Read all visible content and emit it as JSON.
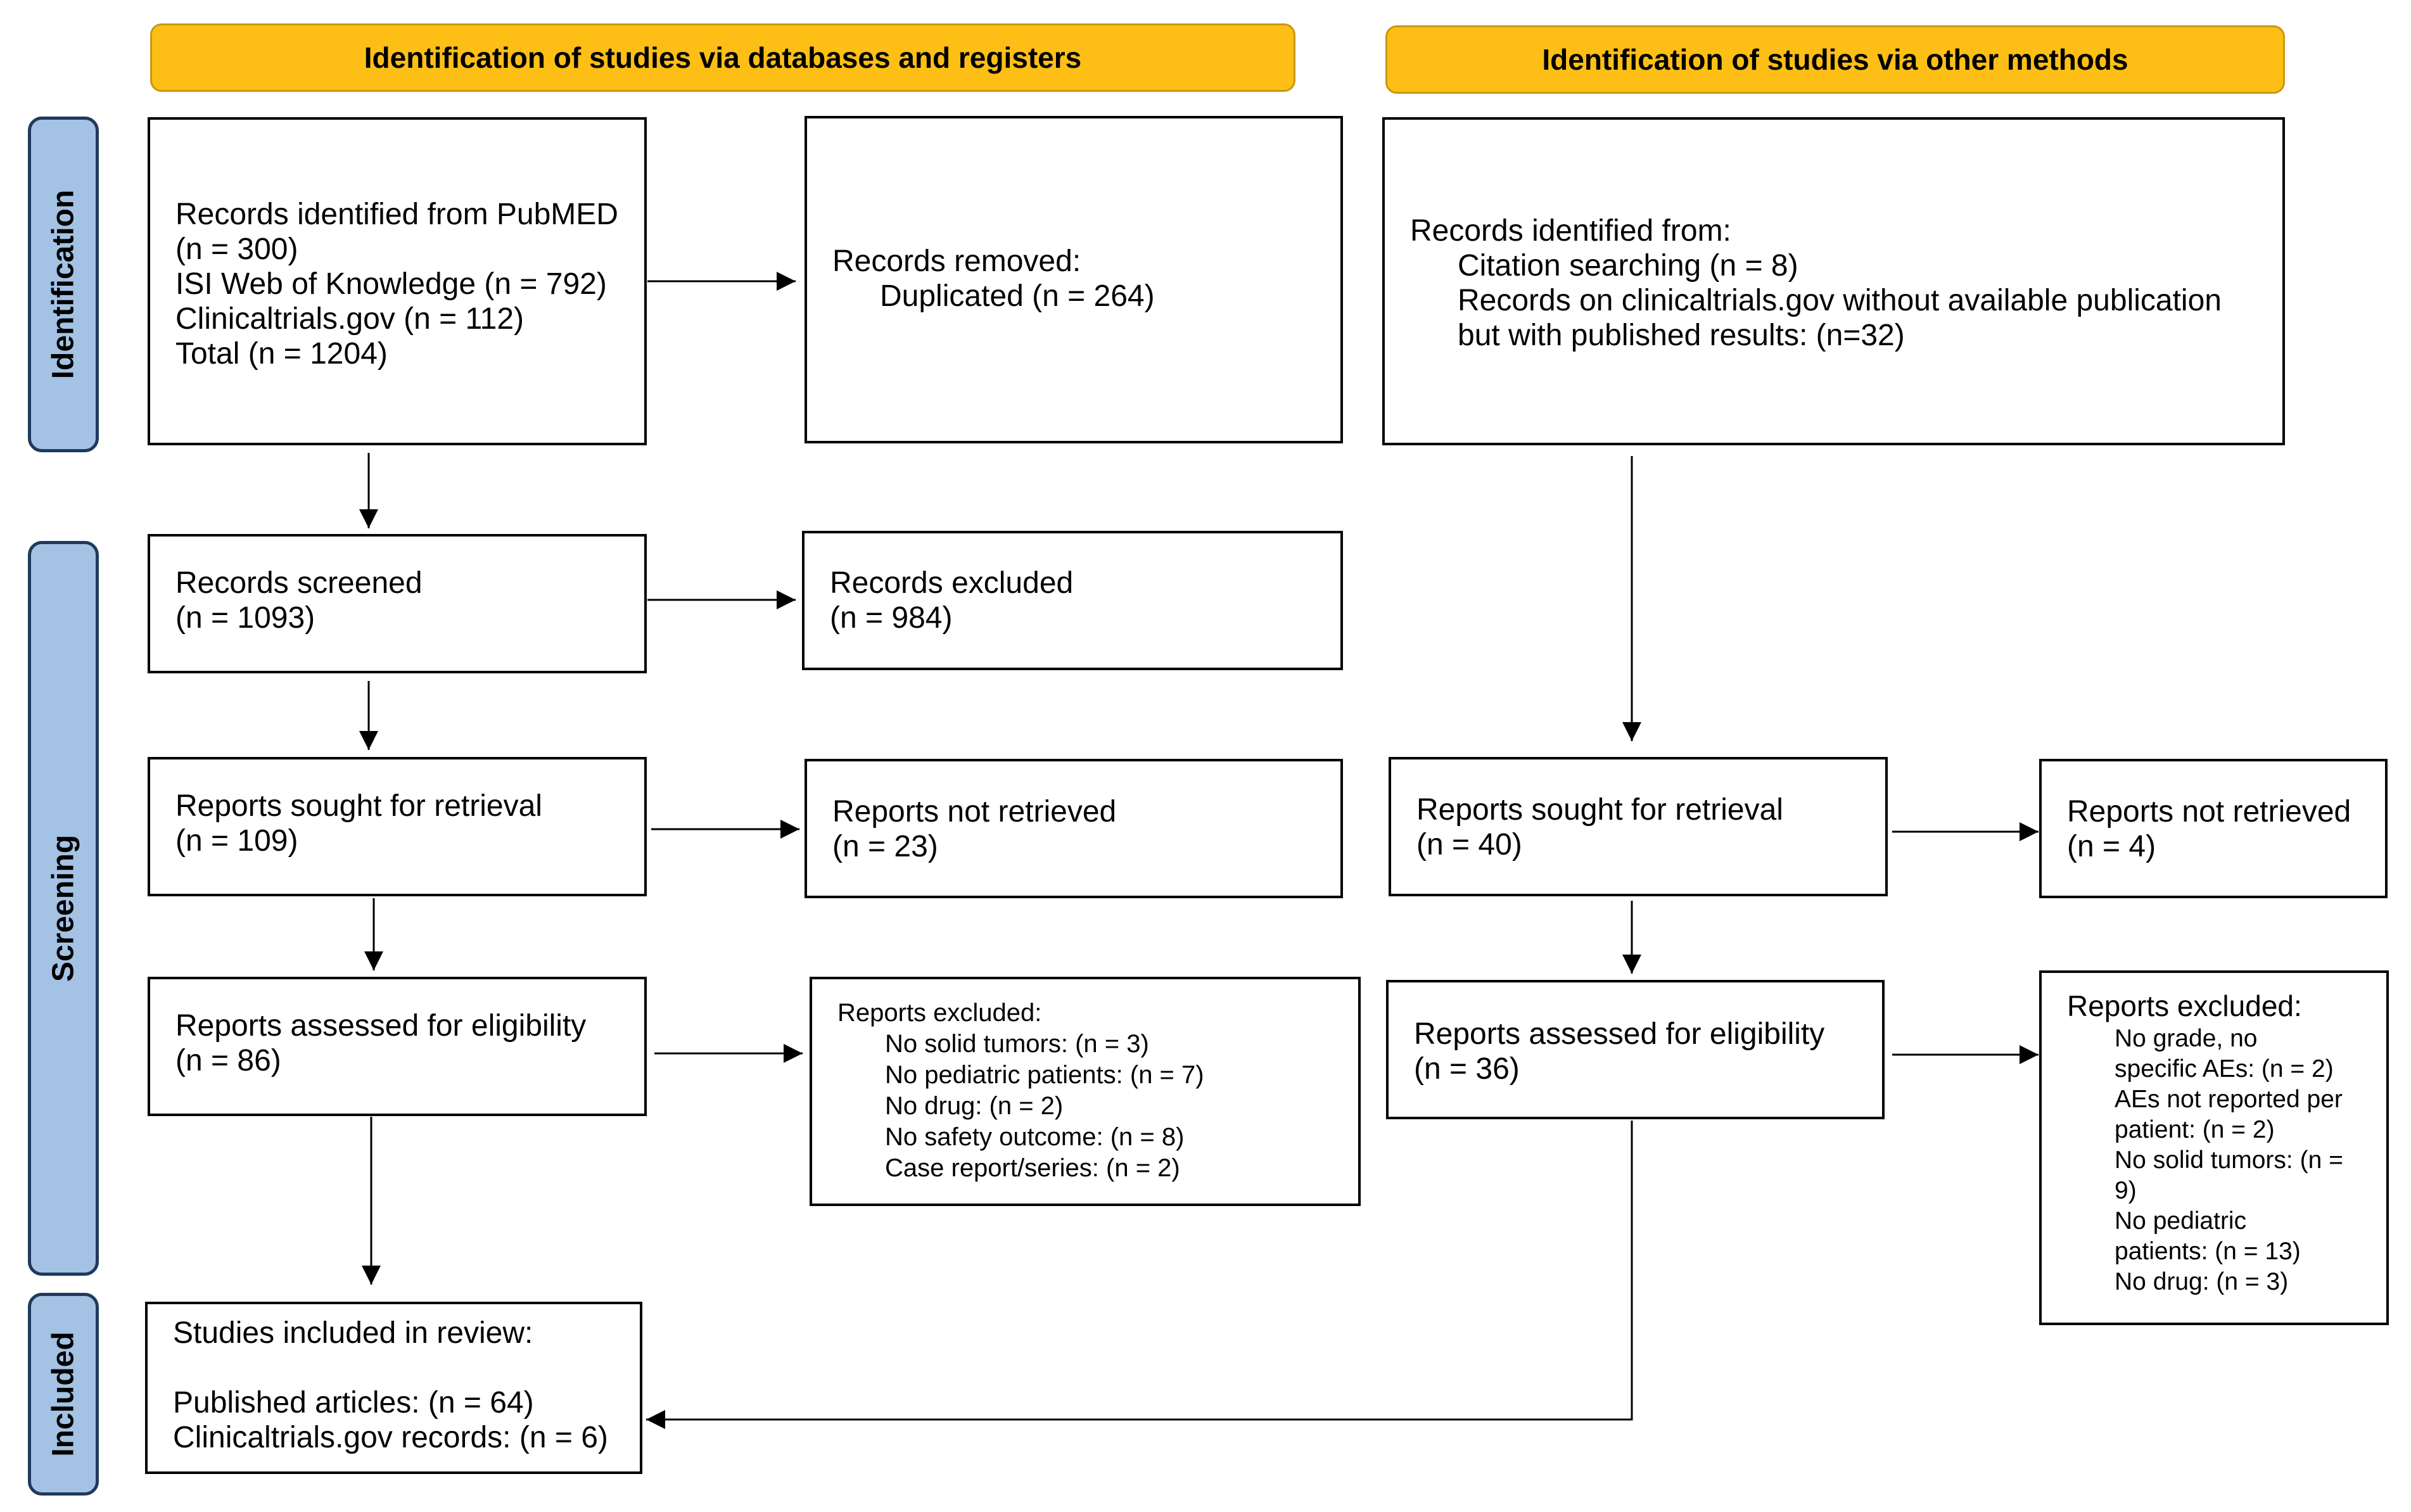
{
  "headers": {
    "databases": "Identification of studies via databases and registers",
    "other": "Identification of studies via other methods"
  },
  "phases": {
    "identification": "Identification",
    "screening": "Screening",
    "included": "Included"
  },
  "left": {
    "identified": {
      "lines": [
        "Records identified from PubMED",
        "(n = 300)",
        "ISI Web of Knowledge (n = 792)",
        "Clinicaltrials.gov (n = 112)",
        "Total (n = 1204)"
      ]
    },
    "removed": {
      "title": "Records removed:",
      "items": [
        "Duplicated (n = 264)"
      ]
    },
    "screened": {
      "title": "Records screened",
      "count": "(n = 1093)"
    },
    "excluded": {
      "title": "Records excluded",
      "count": "(n = 984)"
    },
    "sought": {
      "title": "Reports sought for retrieval",
      "count": "(n = 109)"
    },
    "not_retrieved": {
      "title": "Reports not retrieved",
      "count": "(n = 23)"
    },
    "assessed": {
      "title": "Reports assessed for eligibility",
      "count": "(n = 86)"
    },
    "reports_excluded": {
      "title": "Reports excluded:",
      "items": [
        "No solid tumors: (n = 3)",
        "No pediatric patients: (n = 7)",
        "No drug: (n = 2)",
        "No safety outcome: (n = 8)",
        "Case report/series: (n = 2)"
      ]
    }
  },
  "right": {
    "identified": {
      "title": "Records identified from:",
      "items": [
        "Citation searching (n = 8)",
        "Records on clinicaltrials.gov without available publication",
        "but with published results: (n=32)"
      ]
    },
    "sought": {
      "title": "Reports sought for retrieval",
      "count": "(n = 40)"
    },
    "not_retrieved": {
      "title": "Reports not retrieved",
      "count": "(n = 4)"
    },
    "assessed": {
      "title": "Reports assessed for eligibility",
      "count": "(n = 36)"
    },
    "reports_excluded": {
      "title": "Reports excluded:",
      "items": [
        "No grade, no",
        "specific AEs: (n = 2)",
        "AEs not reported per",
        "patient: (n = 2)",
        "No solid tumors: (n =",
        "9)",
        "No pediatric",
        "patients: (n = 13)",
        "No drug: (n = 3)"
      ]
    }
  },
  "included": {
    "title": "Studies included in review:",
    "items": [
      "Published articles: (n = 64)",
      "Clinicaltrials.gov records: (n = 6)"
    ]
  }
}
